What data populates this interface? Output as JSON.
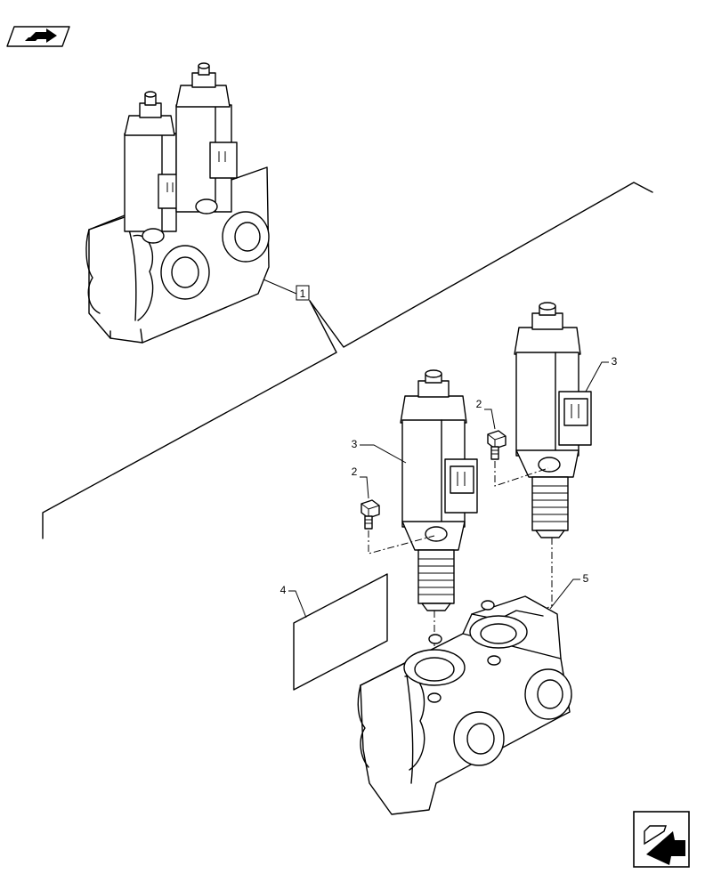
{
  "header": {
    "nav_icon": "book-arrow-icon"
  },
  "footer": {
    "nav_icon": "next-page-arrow-icon"
  },
  "callouts": {
    "assembly": "1",
    "screw_a": "2",
    "screw_b": "2",
    "solenoid_a": "3",
    "solenoid_b": "3",
    "decal": "4",
    "valve_body": "5"
  }
}
